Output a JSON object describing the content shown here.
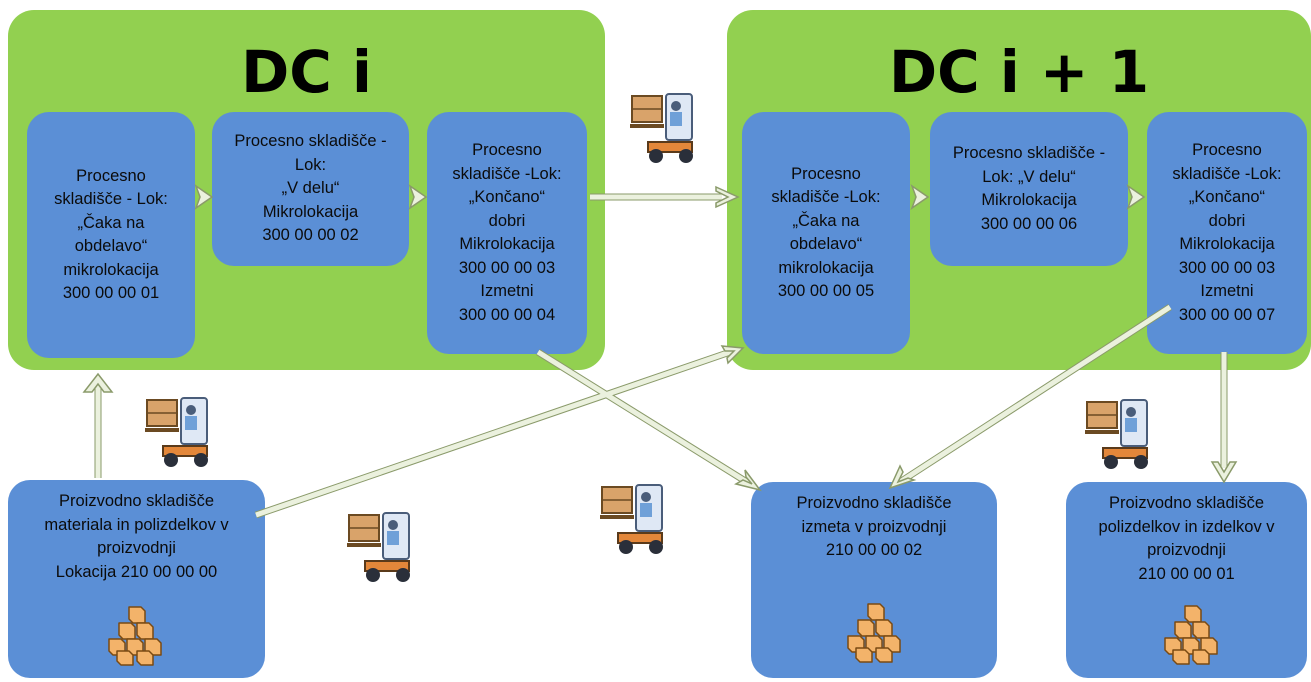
{
  "groups": {
    "dc_i": {
      "title": "DC i"
    },
    "dc_i1": {
      "title": "DC i + 1"
    }
  },
  "boxes": {
    "dci_wait": "Procesno\nskladišče - Lok:\n„Čaka na\nobdelavo“\nmikrolokacija\n300 00 00 01",
    "dci_vdelu": "Procesno skladišče -\nLok:\n„V delu“\nMikrolokacija\n300 00 00 02",
    "dci_koncano": "Procesno\nskladišče -Lok:\n„Končano“\ndobri\nMikrolokacija\n300 00 00 03\nIzmetni\n300 00 00 04",
    "dci1_wait": "Procesno\nskladišče -Lok:\n„Čaka na\nobdelavo“\nmikrolokacija\n300 00 00 05",
    "dci1_vdelu": "Procesno skladišče -\nLok: „V delu“\nMikrolokacija\n300 00 00 06",
    "dci1_koncano": "Procesno\nskladišče -Lok:\n„Končano“\ndobri\nMikrolokacija\n300 00 00 03\nIzmetni\n300 00 00 07",
    "material_store": "Proizvodno skladišče\nmateriala in polizdelkov v\nproizvodnji\nLokacija 210 00 00 00",
    "scrap_store": "Proizvodno skladišče\nizmeta v proizvodnji\n210 00 00 02",
    "products_store": "Proizvodno skladišče\npolizdelkov in izdelkov v\nproizvodnji\n210 00 00 01"
  },
  "icons": {
    "forklift": "forklift-icon",
    "boxes": "boxes-stack-icon"
  },
  "colors": {
    "group_bg": "#92d050",
    "box_bg": "#5b8fd6",
    "arrow_fill": "#ebf1de",
    "arrow_stroke": "#8a9a6a"
  }
}
